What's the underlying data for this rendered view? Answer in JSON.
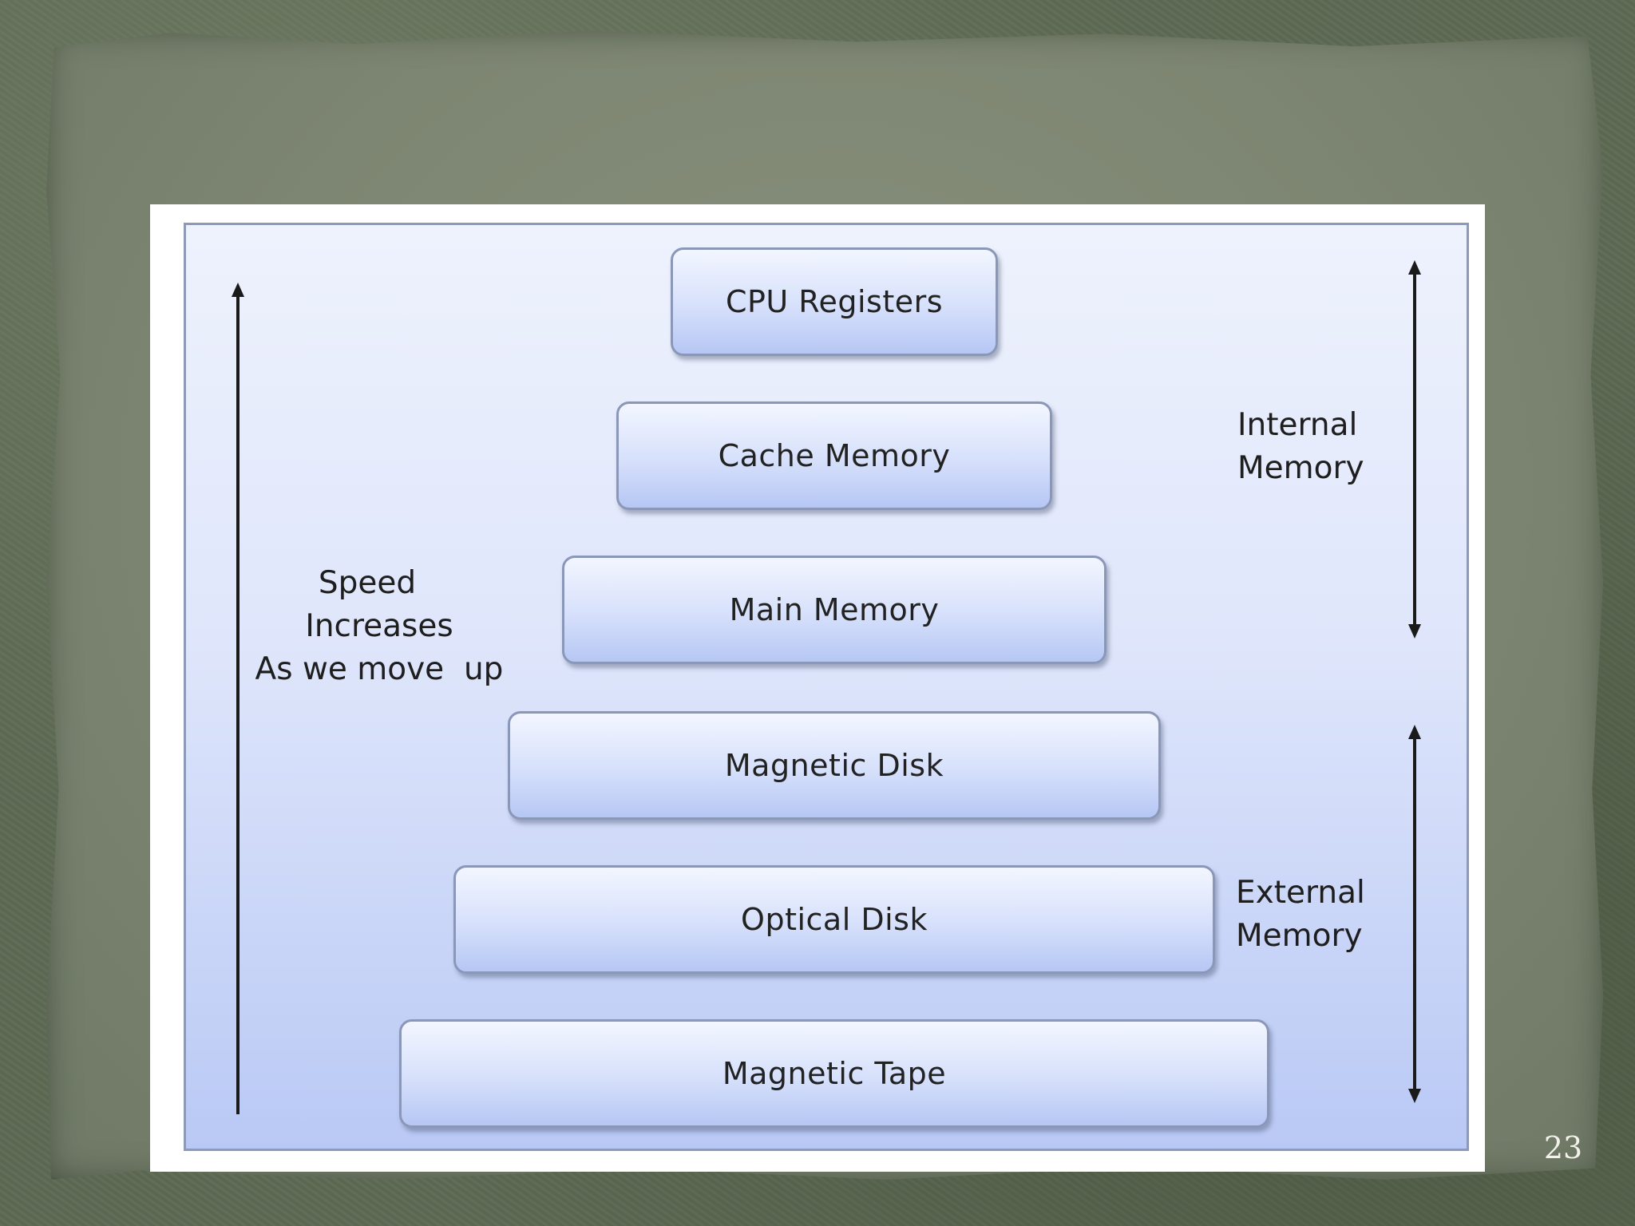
{
  "diagram": {
    "levels": [
      "CPU Registers",
      "Cache Memory",
      "Main Memory",
      "Magnetic Disk",
      "Optical Disk",
      "Magnetic Tape"
    ],
    "speed_label": [
      "Speed",
      "Increases",
      "As we move  up"
    ],
    "internal_label": [
      "Internal",
      "Memory"
    ],
    "external_label": [
      "External",
      "Memory"
    ]
  },
  "slide": {
    "page_number": "23"
  }
}
